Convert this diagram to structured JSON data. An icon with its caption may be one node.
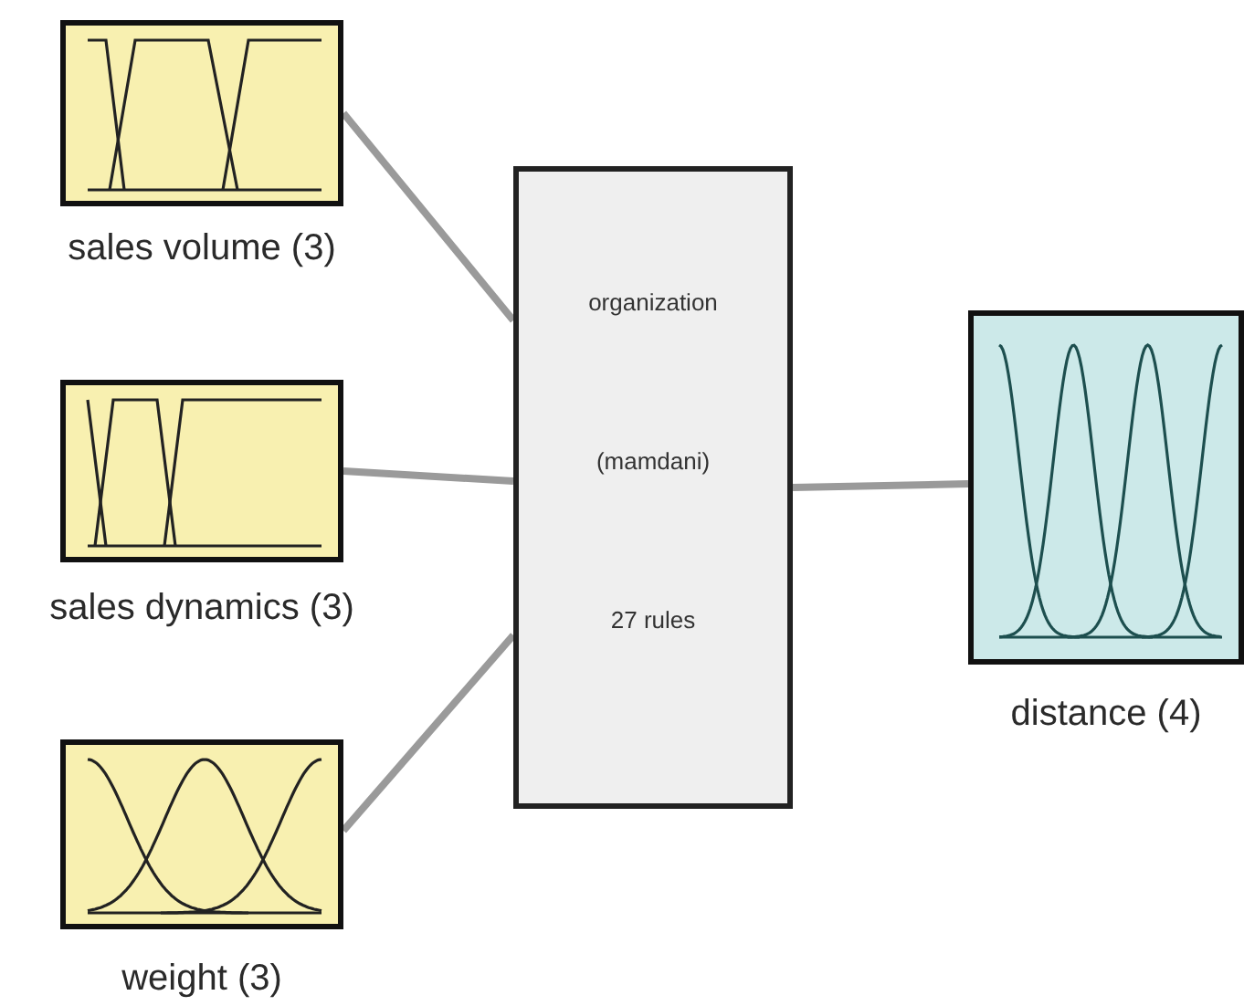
{
  "diagram": {
    "nodes": [
      {
        "text": [
          "sales volume (3)"
        ]
      },
      {
        "text": [
          "sales dynamics (3)"
        ]
      },
      {
        "text": [
          "weight (3)"
        ]
      },
      {
        "text": [
          "organization",
          "(mamdani)",
          "27 rules"
        ]
      },
      {
        "text": [
          "distance (4)"
        ]
      }
    ],
    "edges": [
      {
        "from": 0,
        "to": 3,
        "arrow": "none"
      },
      {
        "from": 1,
        "to": 3,
        "arrow": "none"
      },
      {
        "from": 2,
        "to": 3,
        "arrow": "none"
      },
      {
        "from": 3,
        "to": 4,
        "arrow": "none"
      }
    ]
  }
}
